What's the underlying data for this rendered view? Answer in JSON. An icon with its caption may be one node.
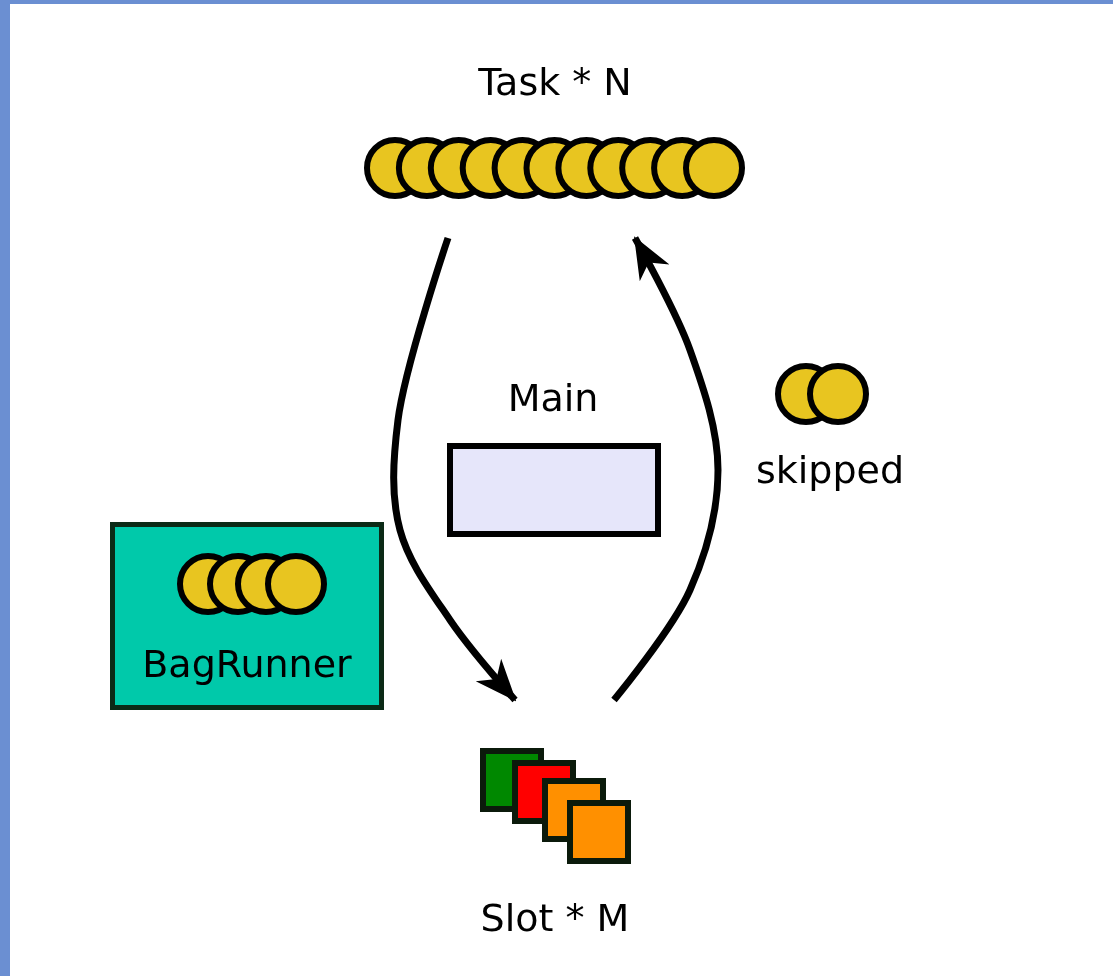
{
  "diagram": {
    "nodes": [
      {
        "text": [
          "Task * N"
        ]
      },
      {
        "text": [
          "Main"
        ]
      },
      {
        "text": [
          "skipped"
        ]
      },
      {
        "text": [
          "BagRunner"
        ]
      },
      {
        "text": [
          "Slot * M"
        ]
      }
    ],
    "edges": [
      {
        "from": 0,
        "to": 4,
        "arrow": "to"
      },
      {
        "from": 4,
        "to": 0,
        "arrow": "to"
      }
    ]
  }
}
